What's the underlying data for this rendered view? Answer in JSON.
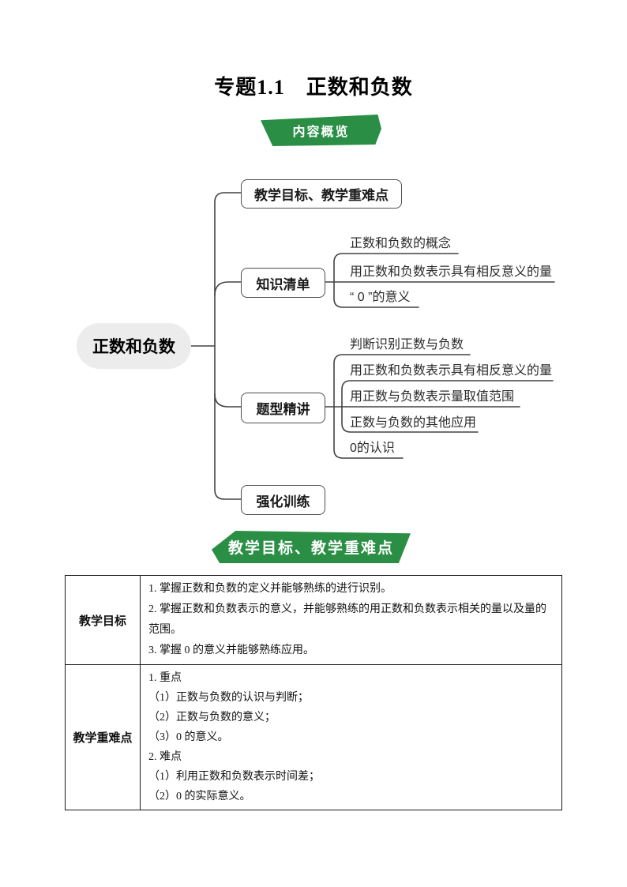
{
  "title": "专题1.1　正数和负数",
  "banners": {
    "overview_label": "内容概览",
    "objectives_label": "教学目标、教学重难点"
  },
  "mindmap": {
    "root_label": "正数和负数",
    "branches": [
      {
        "label": "教学目标、教学重难点",
        "children": []
      },
      {
        "label": "知识清单",
        "children": [
          "正数和负数的概念",
          "用正数和负数表示具有相反意义的量",
          "“ 0 ”的意义"
        ]
      },
      {
        "label": "题型精讲",
        "children": [
          "判断识别正数与负数",
          "用正数和负数表示具有相反意义的量",
          "用正数与负数表示量取值范围",
          "正数与负数的其他应用",
          "0的认识"
        ]
      },
      {
        "label": "强化训练",
        "children": []
      }
    ]
  },
  "table": {
    "rows": [
      {
        "header": "教学目标",
        "items": [
          "1. 掌握正数和负数的定义并能够熟练的进行识别。",
          "2. 掌握正数和负数表示的意义，并能够熟练的用正数和负数表示相关的量以及量的范围。",
          "3. 掌握 0 的意义并能够熟练应用。"
        ]
      },
      {
        "header": "教学重难点",
        "items": [
          "1. 重点",
          "（1）正数与负数的认识与判断；",
          "（2）正数与负数的意义；",
          "（3）0 的意义。",
          "2. 难点",
          "（1）利用正数和负数表示时间差；",
          "（2）0 的实际意义。"
        ]
      }
    ]
  },
  "colors": {
    "banner_green": "#2a8f45",
    "root_gray": "#ececec",
    "line": "#424242"
  }
}
